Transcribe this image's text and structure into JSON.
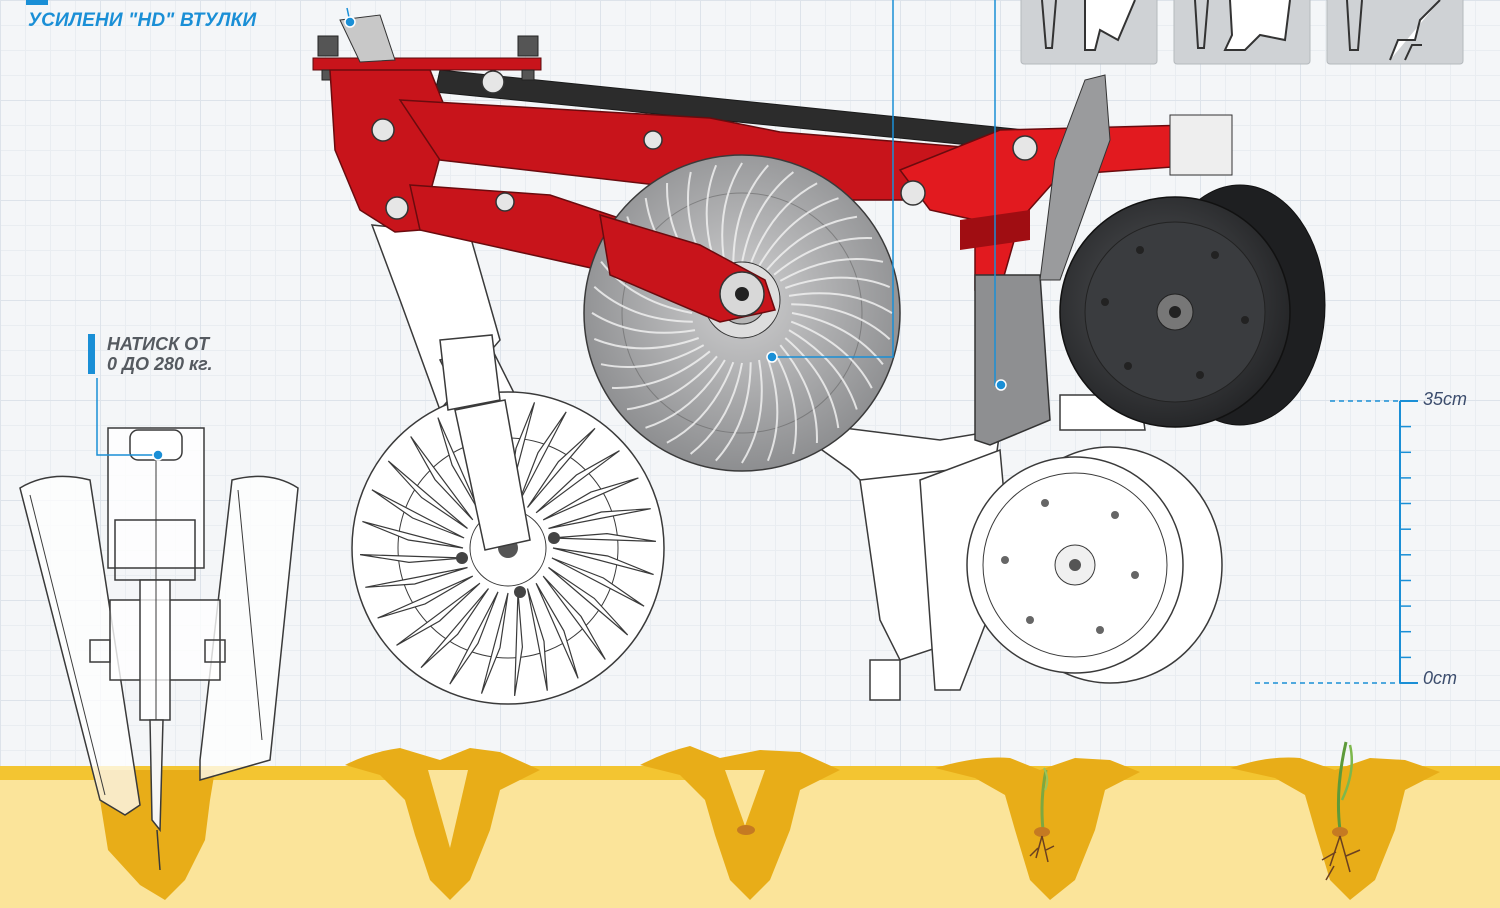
{
  "labels": {
    "bushings": "УСИЛЕНИ \"HD\" ВТУЛКИ",
    "pressure_line1": "НАТИСК ОТ",
    "pressure_line2": "0 ДО 280 кг."
  },
  "depth_scale": {
    "top_label": "35cm",
    "bottom_label": "0cm",
    "max_cm": 35,
    "min_cm": 0
  },
  "colors": {
    "accent_blue": "#1a8fd6",
    "frame_red": "#c8141b",
    "soil_light": "#fbe49a",
    "soil_dark": "#e8ad18",
    "panel_gray": "#cfd2d5",
    "scale_blue": "#1a8fd6"
  },
  "furrow_stages": [
    "opener-cut",
    "open-furrow",
    "seed-placed",
    "seedling",
    "grown-seedling"
  ]
}
